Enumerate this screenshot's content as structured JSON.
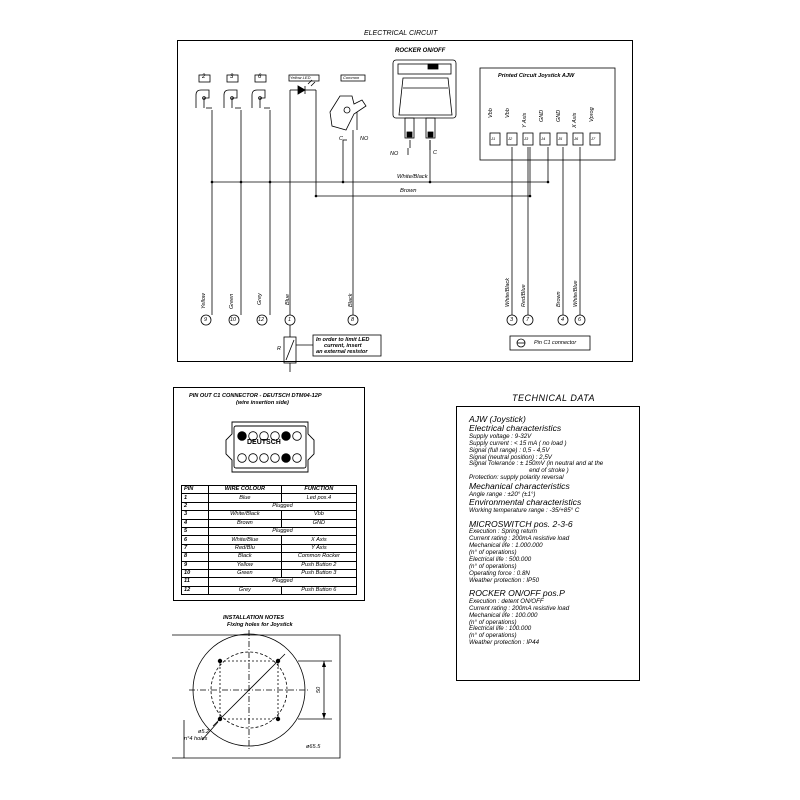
{
  "circuit": {
    "title": "ELECTRICAL CIRCUIT",
    "rocker_title": "ROCKER ON/OFF",
    "rocker_no": "NO",
    "rocker_c": "C",
    "buttons": [
      "2",
      "3",
      "6"
    ],
    "led_label": "Yellow LED",
    "common_rocker_label": "Common",
    "switch_c": "C",
    "switch_no": "NO",
    "pcb_title": "Printed Circuit Joystick AJW",
    "pcb_pins": [
      "Vbb",
      "Vbb",
      "Y Axis",
      "GND",
      "GND",
      "X Axis",
      "Vprog"
    ],
    "pcb_pin_ids": [
      "J1",
      "J2",
      "J3",
      "J4",
      "J5",
      "J6",
      "J7"
    ],
    "bus_white_black": "White/Black",
    "bus_brown": "Brown",
    "left_wires": [
      {
        "label": "Yellow",
        "pin": "9"
      },
      {
        "label": "Green",
        "pin": "10"
      },
      {
        "label": "Grey",
        "pin": "12"
      },
      {
        "label": "Blue",
        "pin": "1"
      },
      {
        "label": "Black",
        "pin": "8"
      }
    ],
    "right_wires": [
      {
        "label": "White/Black",
        "pin": "3"
      },
      {
        "label": "Red/Blue",
        "pin": "7"
      },
      {
        "label": "Brown",
        "pin": "4"
      },
      {
        "label": "White/Blue",
        "pin": "6"
      }
    ],
    "resistor_label": "R",
    "resistor_note": [
      "In order to limit LED",
      "current, insert",
      "an external resistor"
    ],
    "c1_legend": "Pin C1 connector"
  },
  "pinout": {
    "title": "PIN OUT C1 CONNECTOR - DEUTSCH DTM04-12P",
    "subtitle": "(wire insertion side)",
    "connector_label": "DEUTSCH",
    "headers": [
      "PIN",
      "WIRE COLOUR",
      "FUNCTION"
    ],
    "rows": [
      [
        "1",
        "Blue",
        "Led pos.4"
      ],
      [
        "2",
        "Plugged",
        ""
      ],
      [
        "3",
        "White/Black",
        "Vbb"
      ],
      [
        "4",
        "Brown",
        "GND"
      ],
      [
        "5",
        "Plugged",
        ""
      ],
      [
        "6",
        "White/Blue",
        "X Axis"
      ],
      [
        "7",
        "Red/Blu",
        "Y Axis"
      ],
      [
        "8",
        "Black",
        "Common Rocker"
      ],
      [
        "9",
        "Yellow",
        "Push Button 2"
      ],
      [
        "10",
        "Green",
        "Push Button 3"
      ],
      [
        "11",
        "Plugged",
        ""
      ],
      [
        "12",
        "Grey",
        "Push Button 6"
      ]
    ]
  },
  "installation": {
    "title": "INSTALLATION NOTES",
    "subtitle": "Fixing holes for Joystick",
    "hole_dim": "ø5.2",
    "hole_count": "n°4 holes",
    "diameter": "ø65.5",
    "side": "50"
  },
  "technical": {
    "title": "TECHNICAL DATA",
    "lines": [
      {
        "k": "h",
        "t": "AJW (Joystick)"
      },
      {
        "k": "h",
        "t": "Electrical characteristics"
      },
      {
        "k": "l",
        "t": "Supply voltage : 9-32V"
      },
      {
        "k": "l",
        "t": "Supply current : < 15 mA ( no load )"
      },
      {
        "k": "l",
        "t": "Signal (full range) : 0,5 - 4,5V"
      },
      {
        "k": "l",
        "t": "Signal (neutral position) : 2,5V"
      },
      {
        "k": "l",
        "t": "Signal Tolerance : ± 150mV (in neutral and at the"
      },
      {
        "k": "l",
        "t": "                                   end of stroke )"
      },
      {
        "k": "l",
        "t": "Protection: supply polarity reversal"
      },
      {
        "k": "h",
        "t": "Mechanical characteristics"
      },
      {
        "k": "l",
        "t": "Angle range : ±20° (±1°)"
      },
      {
        "k": "h",
        "t": "Environmental characteristics"
      },
      {
        "k": "l",
        "t": "Working temperature range : -35/+85° C"
      },
      {
        "k": "g",
        "t": ""
      },
      {
        "k": "h",
        "t": "MICROSWITCH pos. 2-3-6"
      },
      {
        "k": "l",
        "t": "Execution : Spring return"
      },
      {
        "k": "l",
        "t": "Current rating : 200mA resistive load"
      },
      {
        "k": "l",
        "t": "Mechanical life : 1.000.000"
      },
      {
        "k": "l",
        "t": "(n° of operations)"
      },
      {
        "k": "l",
        "t": "Electrical life : 500.000"
      },
      {
        "k": "l",
        "t": "(n° of operations)"
      },
      {
        "k": "l",
        "t": "Operating force : 0.8N"
      },
      {
        "k": "l",
        "t": "Weather protection : IP50"
      },
      {
        "k": "g",
        "t": ""
      },
      {
        "k": "h",
        "t": "ROCKER ON/OFF pos.P"
      },
      {
        "k": "l",
        "t": "Execution : detent ON/OFF"
      },
      {
        "k": "l",
        "t": "Current rating : 200mA resistive load"
      },
      {
        "k": "l",
        "t": "Mechanical life : 100.000"
      },
      {
        "k": "l",
        "t": "(n° of operations)"
      },
      {
        "k": "l",
        "t": "Electrical life : 100.000"
      },
      {
        "k": "l",
        "t": "(n° of operations)"
      },
      {
        "k": "l",
        "t": "Weather protection : IP44"
      }
    ]
  }
}
